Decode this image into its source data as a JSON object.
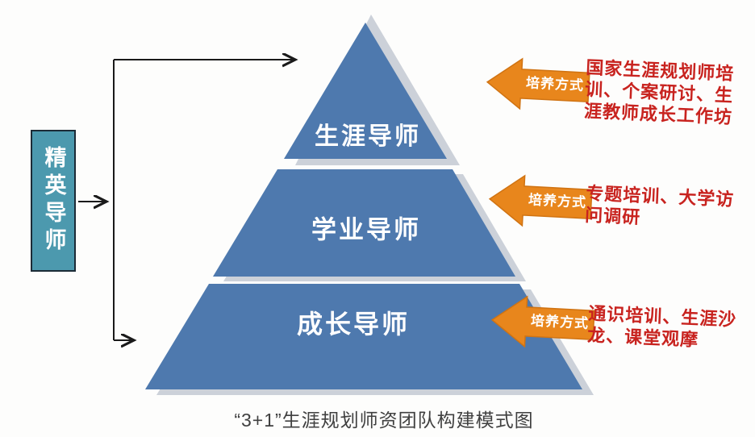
{
  "caption": "“3+1”生涯规划师资团队构建模式图",
  "elite_box": {
    "label": "精英导师"
  },
  "pyramid": {
    "tiers": [
      {
        "label": "生涯导师"
      },
      {
        "label": "学业导师"
      },
      {
        "label": "成长导师"
      }
    ]
  },
  "annotations": [
    {
      "arrow_label": "培养方式",
      "description": "国家生涯规划师培训、个案研讨、生涯教师成长工作坊"
    },
    {
      "arrow_label": "培养方式",
      "description": "专题培训、大学访问调研"
    },
    {
      "arrow_label": "培养方式",
      "description": "通识培训、生涯沙龙、课堂观摩"
    }
  ],
  "colors": {
    "pyramid_blue": "#4e79ae",
    "shadow_gray": "#ccd1d9",
    "elite_teal": "#4c99ae",
    "arrow_orange": "#e8861c",
    "arrow_border": "#d07312",
    "text_red": "#c8231f",
    "connector_black": "#1a1a1a"
  }
}
